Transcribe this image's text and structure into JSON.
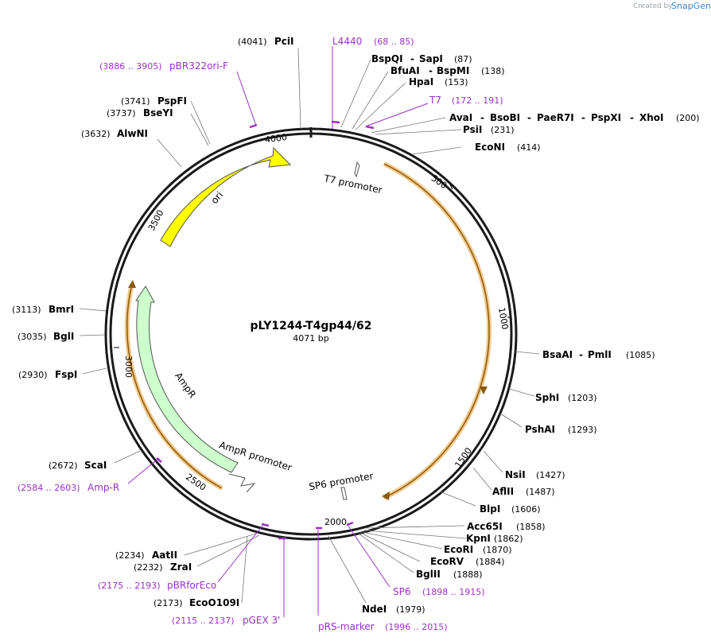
{
  "plasmid": {
    "name": "pLY1244-T4gp44/62",
    "length_label": "4071 bp",
    "length": 4071
  },
  "credit": {
    "prefix": "Created by",
    "brand": "SnapGene"
  },
  "ticks": [
    "500",
    "1000",
    "1500",
    "2000",
    "2500",
    "3000",
    "3500",
    "4000"
  ],
  "colors": {
    "backbone": "#1a1a1a",
    "ori": "#ffff00",
    "ampr": "#ccffcc",
    "orf": "#e8a33a",
    "primer": "#9b30c8"
  },
  "features": [
    {
      "label": "ori",
      "type": "rep_origin",
      "color": "#ffff00"
    },
    {
      "label": "AmpR",
      "type": "CDS",
      "color": "#ccffcc"
    },
    {
      "label": "T7 promoter",
      "type": "promoter"
    },
    {
      "label": "SP6 promoter",
      "type": "promoter"
    },
    {
      "label": "AmpR promoter",
      "type": "promoter"
    }
  ],
  "enzymes": [
    {
      "name": "PciI",
      "pos": "(4041)"
    },
    {
      "name": "BspQI",
      "name2": "SapI",
      "pos": "(87)"
    },
    {
      "name": "BfuAI",
      "name2": "BspMI",
      "pos": "(138)"
    },
    {
      "name": "HpaI",
      "pos": "(153)"
    },
    {
      "name": "AvaI",
      "name2": "BsoBI",
      "name3": "PaeR7I",
      "name4": "PspXI",
      "name5": "XhoI",
      "pos": "(200)"
    },
    {
      "name": "PsiI",
      "pos": "(231)"
    },
    {
      "name": "EcoNI",
      "pos": "(414)"
    },
    {
      "name": "BsaAI",
      "name2": "PmlI",
      "pos": "(1085)"
    },
    {
      "name": "SphI",
      "pos": "(1203)"
    },
    {
      "name": "PshAI",
      "pos": "(1293)"
    },
    {
      "name": "NsiI",
      "pos": "(1427)"
    },
    {
      "name": "AflII",
      "pos": "(1487)"
    },
    {
      "name": "BlpI",
      "pos": "(1606)"
    },
    {
      "name": "Acc65I",
      "pos": "(1858)"
    },
    {
      "name": "KpnI",
      "pos": "(1862)"
    },
    {
      "name": "EcoRI",
      "pos": "(1870)"
    },
    {
      "name": "EcoRV",
      "pos": "(1884)"
    },
    {
      "name": "BglII",
      "pos": "(1888)"
    },
    {
      "name": "NdeI",
      "pos": "(1979)"
    },
    {
      "name": "EcoO109I",
      "pos": "(2173)"
    },
    {
      "name": "ZraI",
      "pos": "(2232)"
    },
    {
      "name": "AatII",
      "pos": "(2234)"
    },
    {
      "name": "ScaI",
      "pos": "(2672)"
    },
    {
      "name": "FspI",
      "pos": "(2930)"
    },
    {
      "name": "BglI",
      "pos": "(3035)"
    },
    {
      "name": "BmrI",
      "pos": "(3113)"
    },
    {
      "name": "AlwNI",
      "pos": "(3632)"
    },
    {
      "name": "BseYI",
      "pos": "(3737)"
    },
    {
      "name": "PspFI",
      "pos": "(3741)"
    }
  ],
  "primers": [
    {
      "name": "L4440",
      "range": "(68 .. 85)"
    },
    {
      "name": "T7",
      "range": "(172 .. 191)"
    },
    {
      "name": "SP6",
      "range": "(1898 .. 1915)"
    },
    {
      "name": "pRS-marker",
      "range": "(1996 .. 2015)"
    },
    {
      "name": "pGEX 3'",
      "range": "(2115 .. 2137)"
    },
    {
      "name": "pBRforEco",
      "range": "(2175 .. 2193)"
    },
    {
      "name": "Amp-R",
      "range": "(2584 .. 2603)"
    },
    {
      "name": "pBR322ori-F",
      "range": "(3886 .. 3905)"
    }
  ]
}
